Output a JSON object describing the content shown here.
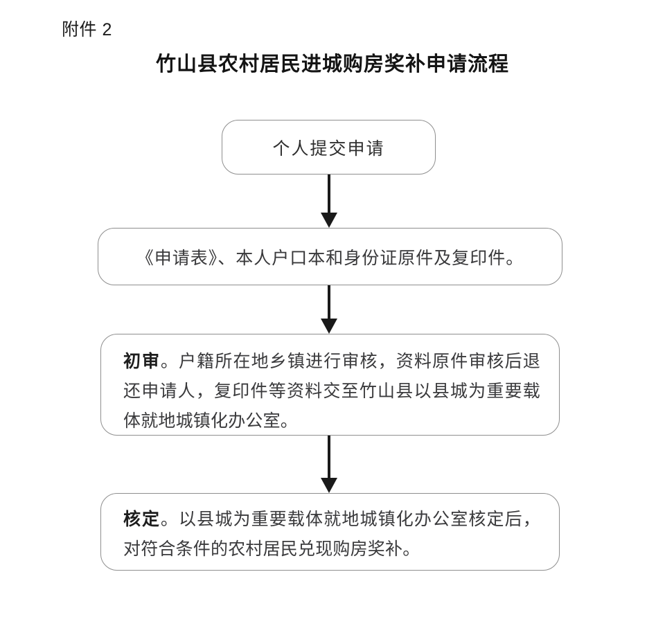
{
  "document": {
    "attachment_label": "附件 2",
    "title": "竹山县农村居民进城购房奖补申请流程"
  },
  "flow": {
    "nodes": [
      {
        "id": "submit-application",
        "text": "个人提交申请"
      },
      {
        "id": "required-materials",
        "text": "《申请表》、本人户口本和身份证原件及复印件。"
      },
      {
        "id": "preliminary-review",
        "lead": "初审",
        "text": "。户籍所在地乡镇进行审核，资料原件审核后退还申请人，复印件等资料交至竹山县以县城为重要载体就地城镇化办公室。"
      },
      {
        "id": "verification",
        "lead": "核定",
        "text": "。以县城为重要载体就地城镇化办公室核定后，对符合条件的农村居民兑现购房奖补。"
      }
    ],
    "connectors": [
      {
        "id": "arrow-1",
        "from": "submit-application",
        "to": "required-materials"
      },
      {
        "id": "arrow-2",
        "from": "required-materials",
        "to": "preliminary-review"
      },
      {
        "id": "arrow-3",
        "from": "preliminary-review",
        "to": "verification"
      }
    ]
  },
  "style": {
    "background": "#ffffff",
    "node_border": "#8e8e8e",
    "text_color": "#3a3a3c",
    "arrow_color": "#1a1a1a",
    "title_color": "#141414"
  }
}
